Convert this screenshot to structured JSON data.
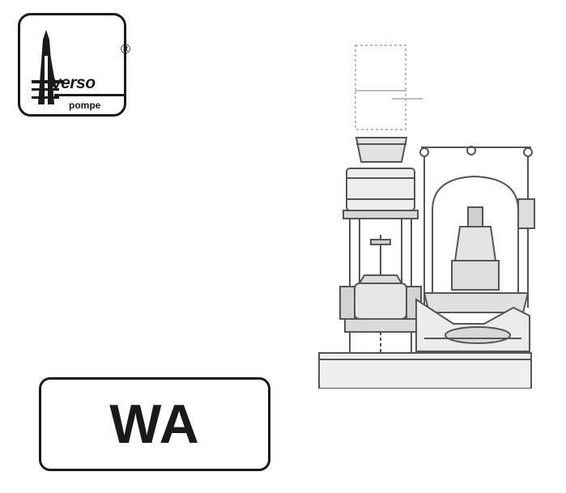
{
  "logo": {
    "brand_name": "verso",
    "brand_sub": "pompe",
    "registered_mark": "®"
  },
  "model": {
    "label": "WA"
  },
  "illustration": {
    "icon": "pump-assembly-drawing",
    "line_color": "#555555"
  },
  "colors": {
    "ink": "#1a1a1a",
    "background": "#ffffff"
  }
}
